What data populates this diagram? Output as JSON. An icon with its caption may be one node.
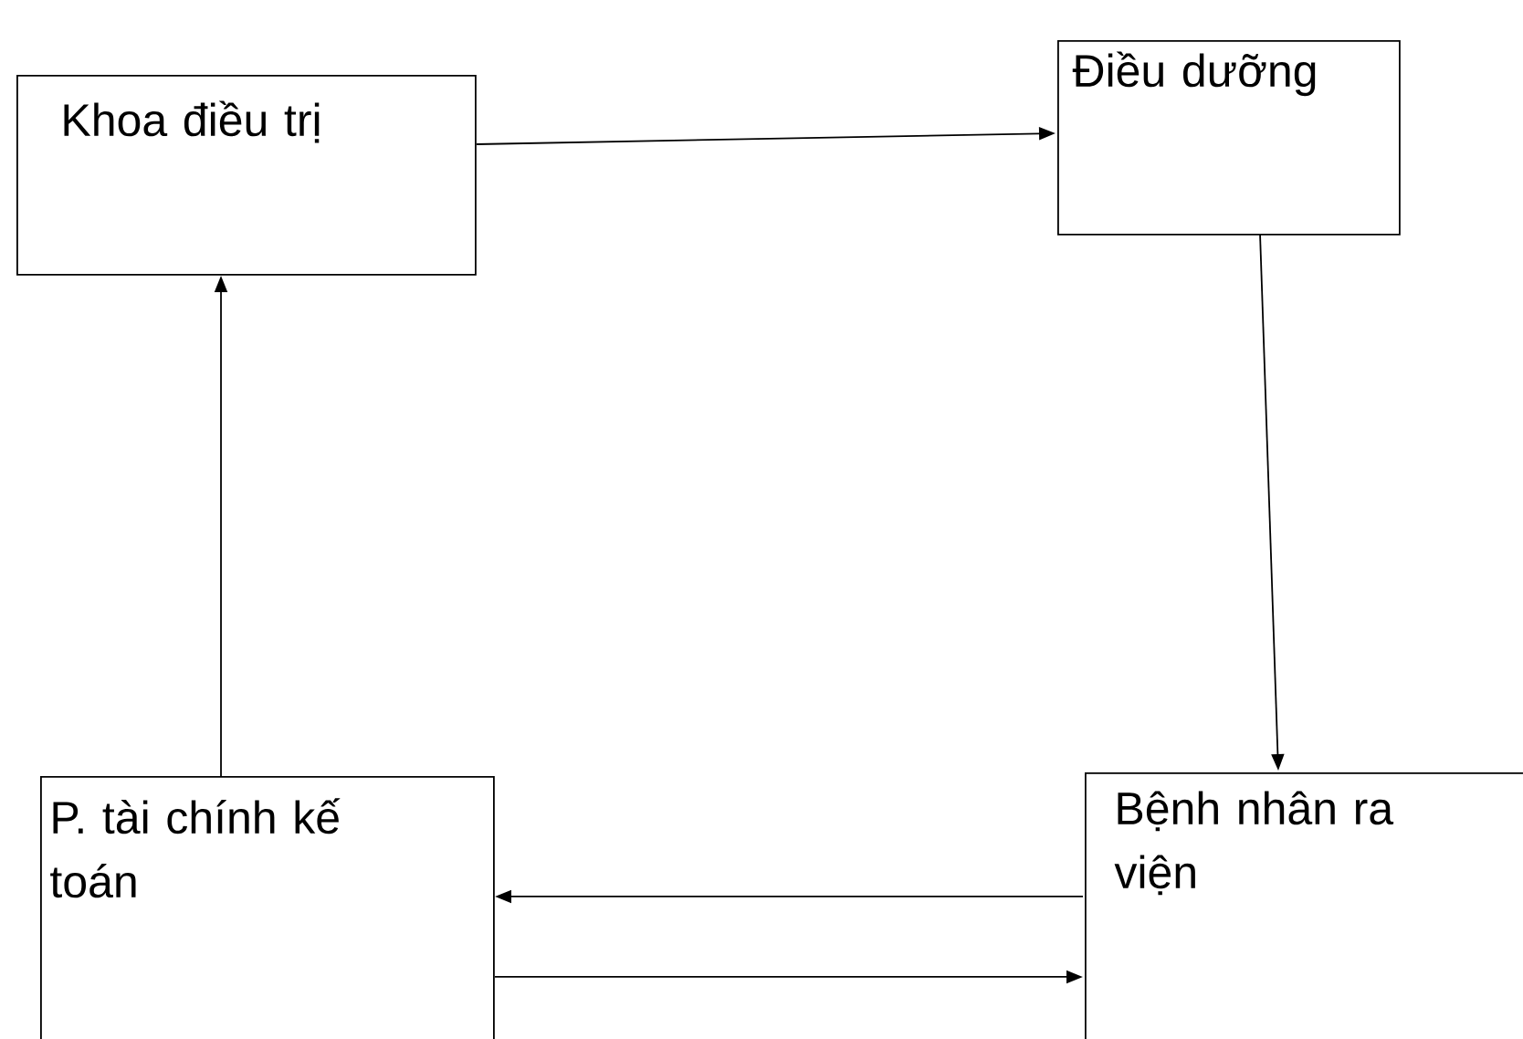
{
  "diagram": {
    "nodes": [
      {
        "text": [
          "Khoa điều trị"
        ]
      },
      {
        "text": [
          "Điều dưỡng"
        ]
      },
      {
        "text": [
          "Bệnh nhân ra viện"
        ]
      },
      {
        "text": [
          "P. tài chính kế toán"
        ]
      }
    ],
    "edges": [
      {
        "from": 0,
        "to": 1,
        "arrow": "to"
      },
      {
        "from": 1,
        "to": 2,
        "arrow": "to"
      },
      {
        "from": 3,
        "to": 0,
        "arrow": "to"
      },
      {
        "from": 2,
        "to": 3,
        "arrow": "to"
      },
      {
        "from": 3,
        "to": 2,
        "arrow": "to"
      }
    ]
  }
}
